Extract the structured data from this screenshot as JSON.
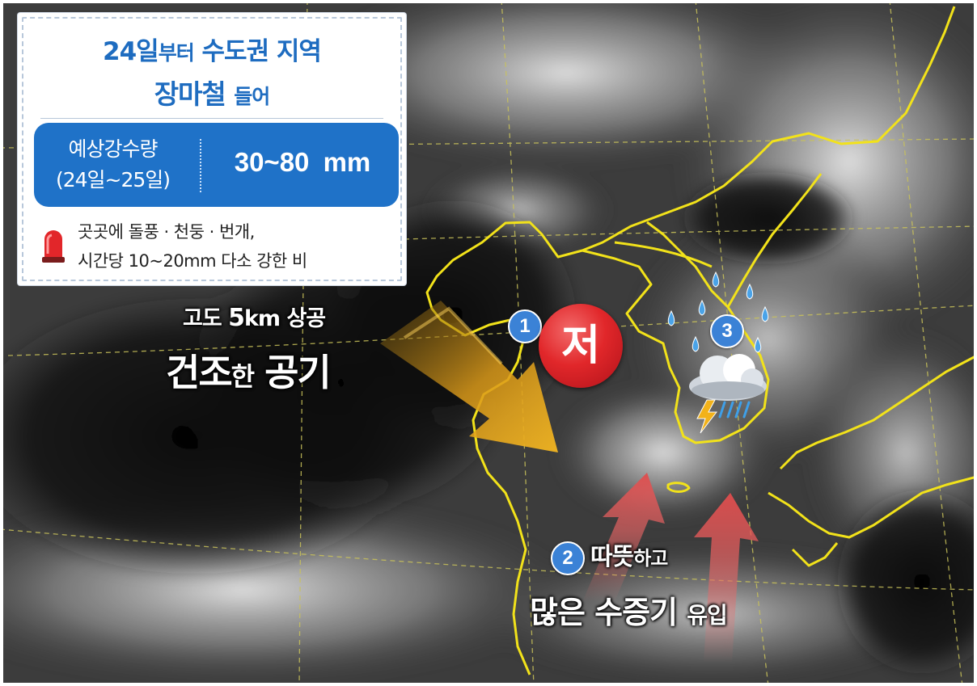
{
  "headline": {
    "line1_part1": "24일",
    "line1_part2": "부터",
    "line1_part3": "수도권 지역",
    "line2_part1": "장마철",
    "line2_part2": "들어"
  },
  "rainfall": {
    "label_line1": "예상강수량",
    "label_line2": "(24일~25일)",
    "value": "30~80 mm"
  },
  "alert": {
    "line1": "곳곳에 돌풍 · 천둥 · 번개,",
    "line2": "시간당 10~20mm 다소 강한 비"
  },
  "markers": {
    "badge1": "1",
    "badge2": "2",
    "badge3": "3",
    "low_pressure": "저"
  },
  "dry_air": {
    "line1_part1": "고도",
    "line1_part2": "5",
    "line1_part3": "km 상공",
    "line2_part1": "건조",
    "line2_part2": "한",
    "line2_part3": "공기"
  },
  "warm_air": {
    "line1_part1": "따뜻",
    "line1_part2": "하고",
    "line2_part1": "많은 수증기",
    "line2_part2": "유입"
  },
  "icons": [
    "alert-siren-icon",
    "storm-cloud-icon",
    "raindrop-icon",
    "arrow-icon"
  ],
  "colors": {
    "headline_blue": "#1e6cc0",
    "panel_blue": "#1f72c8",
    "low_red": "#e1272a",
    "dry_arrow": "#e0a21a",
    "moist_arrow": "#e25a5a",
    "coastline": "#f2e21a",
    "rain_drop": "#4aa3e8"
  }
}
